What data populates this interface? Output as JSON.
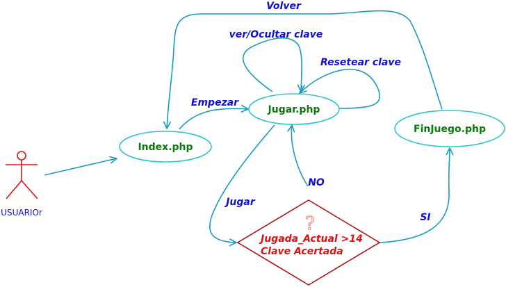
{
  "colors": {
    "edge": "#1a9bc0",
    "node_stroke": "#2ec4cc",
    "node_text": "#0b7a0b",
    "edge_label": "#1010d0",
    "actor": "#e01010",
    "actor_label": "#1010d0",
    "decision_stroke": "#b01010",
    "decision_text": "#e01010",
    "qmark": "#f08080"
  },
  "actor": {
    "label": "USUARIOr",
    "icon": "stick-figure-actor"
  },
  "nodes": {
    "index": "Index.php",
    "jugar": "Jugar.php",
    "finjuego": "FinJuego.php"
  },
  "decision": {
    "icon": "question-mark",
    "line1": "Jugada_Actual >14",
    "line2": "Clave Acertada"
  },
  "edges": {
    "volver": "Volver",
    "ver_ocultar": "ver/Ocultar clave",
    "resetear": "Resetear clave",
    "empezar": "Empezar",
    "jugar": "Jugar",
    "no": "NO",
    "si": "SI"
  }
}
